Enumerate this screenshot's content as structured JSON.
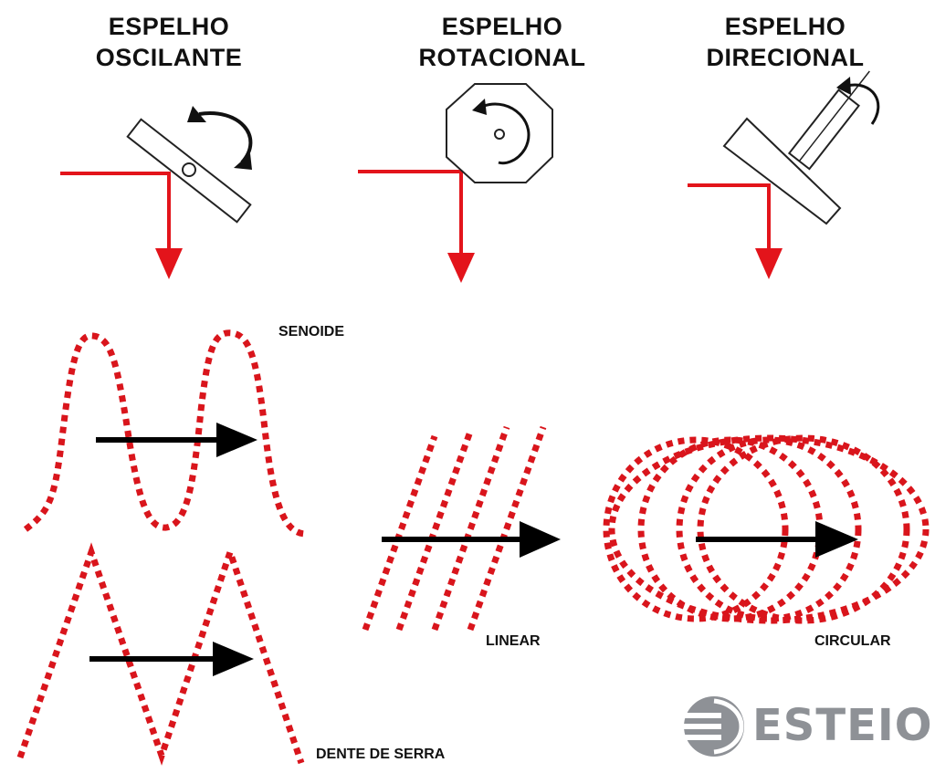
{
  "mirrors": {
    "oscillating": {
      "line1": "ESPELHO",
      "line2": "OSCILANTE"
    },
    "rotational": {
      "line1": "ESPELHO",
      "line2": "ROTACIONAL"
    },
    "directional": {
      "line1": "ESPELHO",
      "line2": "DIRECIONAL"
    }
  },
  "patterns": {
    "sine": "SENOIDE",
    "sawtooth": "DENTE DE SERRA",
    "linear": "LINEAR",
    "circular": "CIRCULAR"
  },
  "logo": {
    "text": "ESTEIO"
  },
  "colors": {
    "beam": "#e3141b",
    "dots": "#d9151c",
    "arrow": "#000000",
    "logo": "#8e9196",
    "mirror_stroke": "#222222"
  }
}
